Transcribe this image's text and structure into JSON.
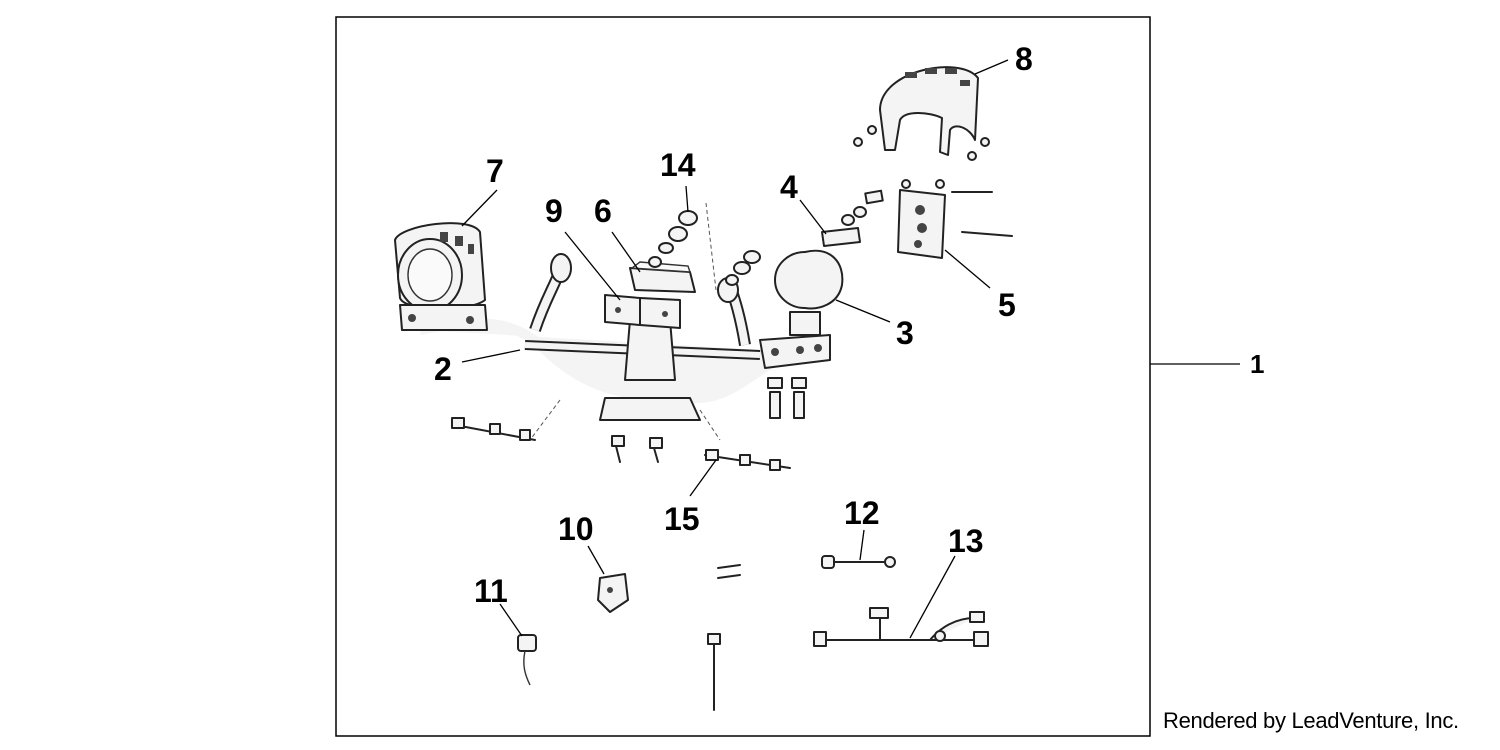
{
  "callouts": {
    "c1": "1",
    "c2": "2",
    "c3": "3",
    "c4": "4",
    "c5": "5",
    "c6": "6",
    "c7": "7",
    "c8": "8",
    "c9": "9",
    "c10": "10",
    "c11": "11",
    "c12": "12",
    "c13": "13",
    "c14": "14",
    "c15": "15"
  },
  "credit": "Rendered by LeadVenture, Inc.",
  "colors": {
    "line": "#000000",
    "background": "#ffffff",
    "part_fill": "#f4f4f4"
  }
}
